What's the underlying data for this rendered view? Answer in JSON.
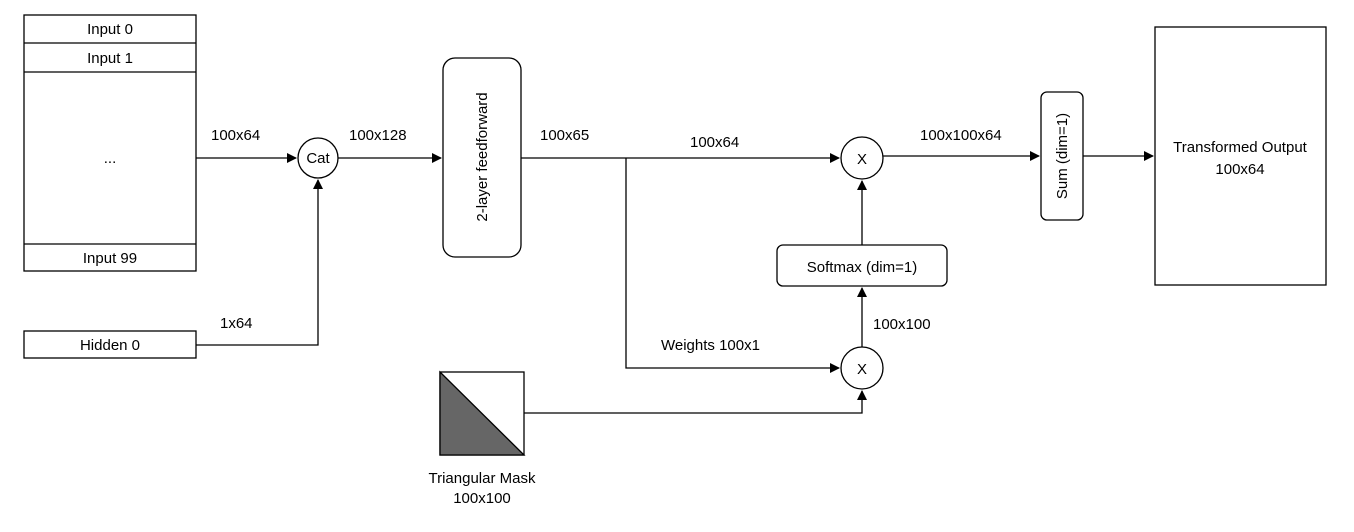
{
  "inputs": {
    "row0": "Input 0",
    "row1": "Input 1",
    "ellipsis": "...",
    "row99": "Input 99"
  },
  "hidden": "Hidden 0",
  "cat": "Cat",
  "feedforward": "2-layer feedforward",
  "multiply_top": "X",
  "multiply_bottom": "X",
  "softmax": "Softmax (dim=1)",
  "sum": "Sum (dim=1)",
  "output": {
    "line1": "Transformed Output",
    "line2": "100x64"
  },
  "mask": {
    "line1": "Triangular Mask",
    "line2": "100x100"
  },
  "edge_labels": {
    "inputs_to_cat": "100x64",
    "hidden_to_cat": "1x64",
    "cat_to_ff": "100x128",
    "ff_out": "100x65",
    "to_multiply": "100x64",
    "weights": "Weights 100x1",
    "mult_to_softmax": "100x100",
    "mult_to_sum": "100x100x64"
  },
  "colors": {
    "line": "#000000",
    "mask_fill": "#666666",
    "background": "#ffffff"
  }
}
